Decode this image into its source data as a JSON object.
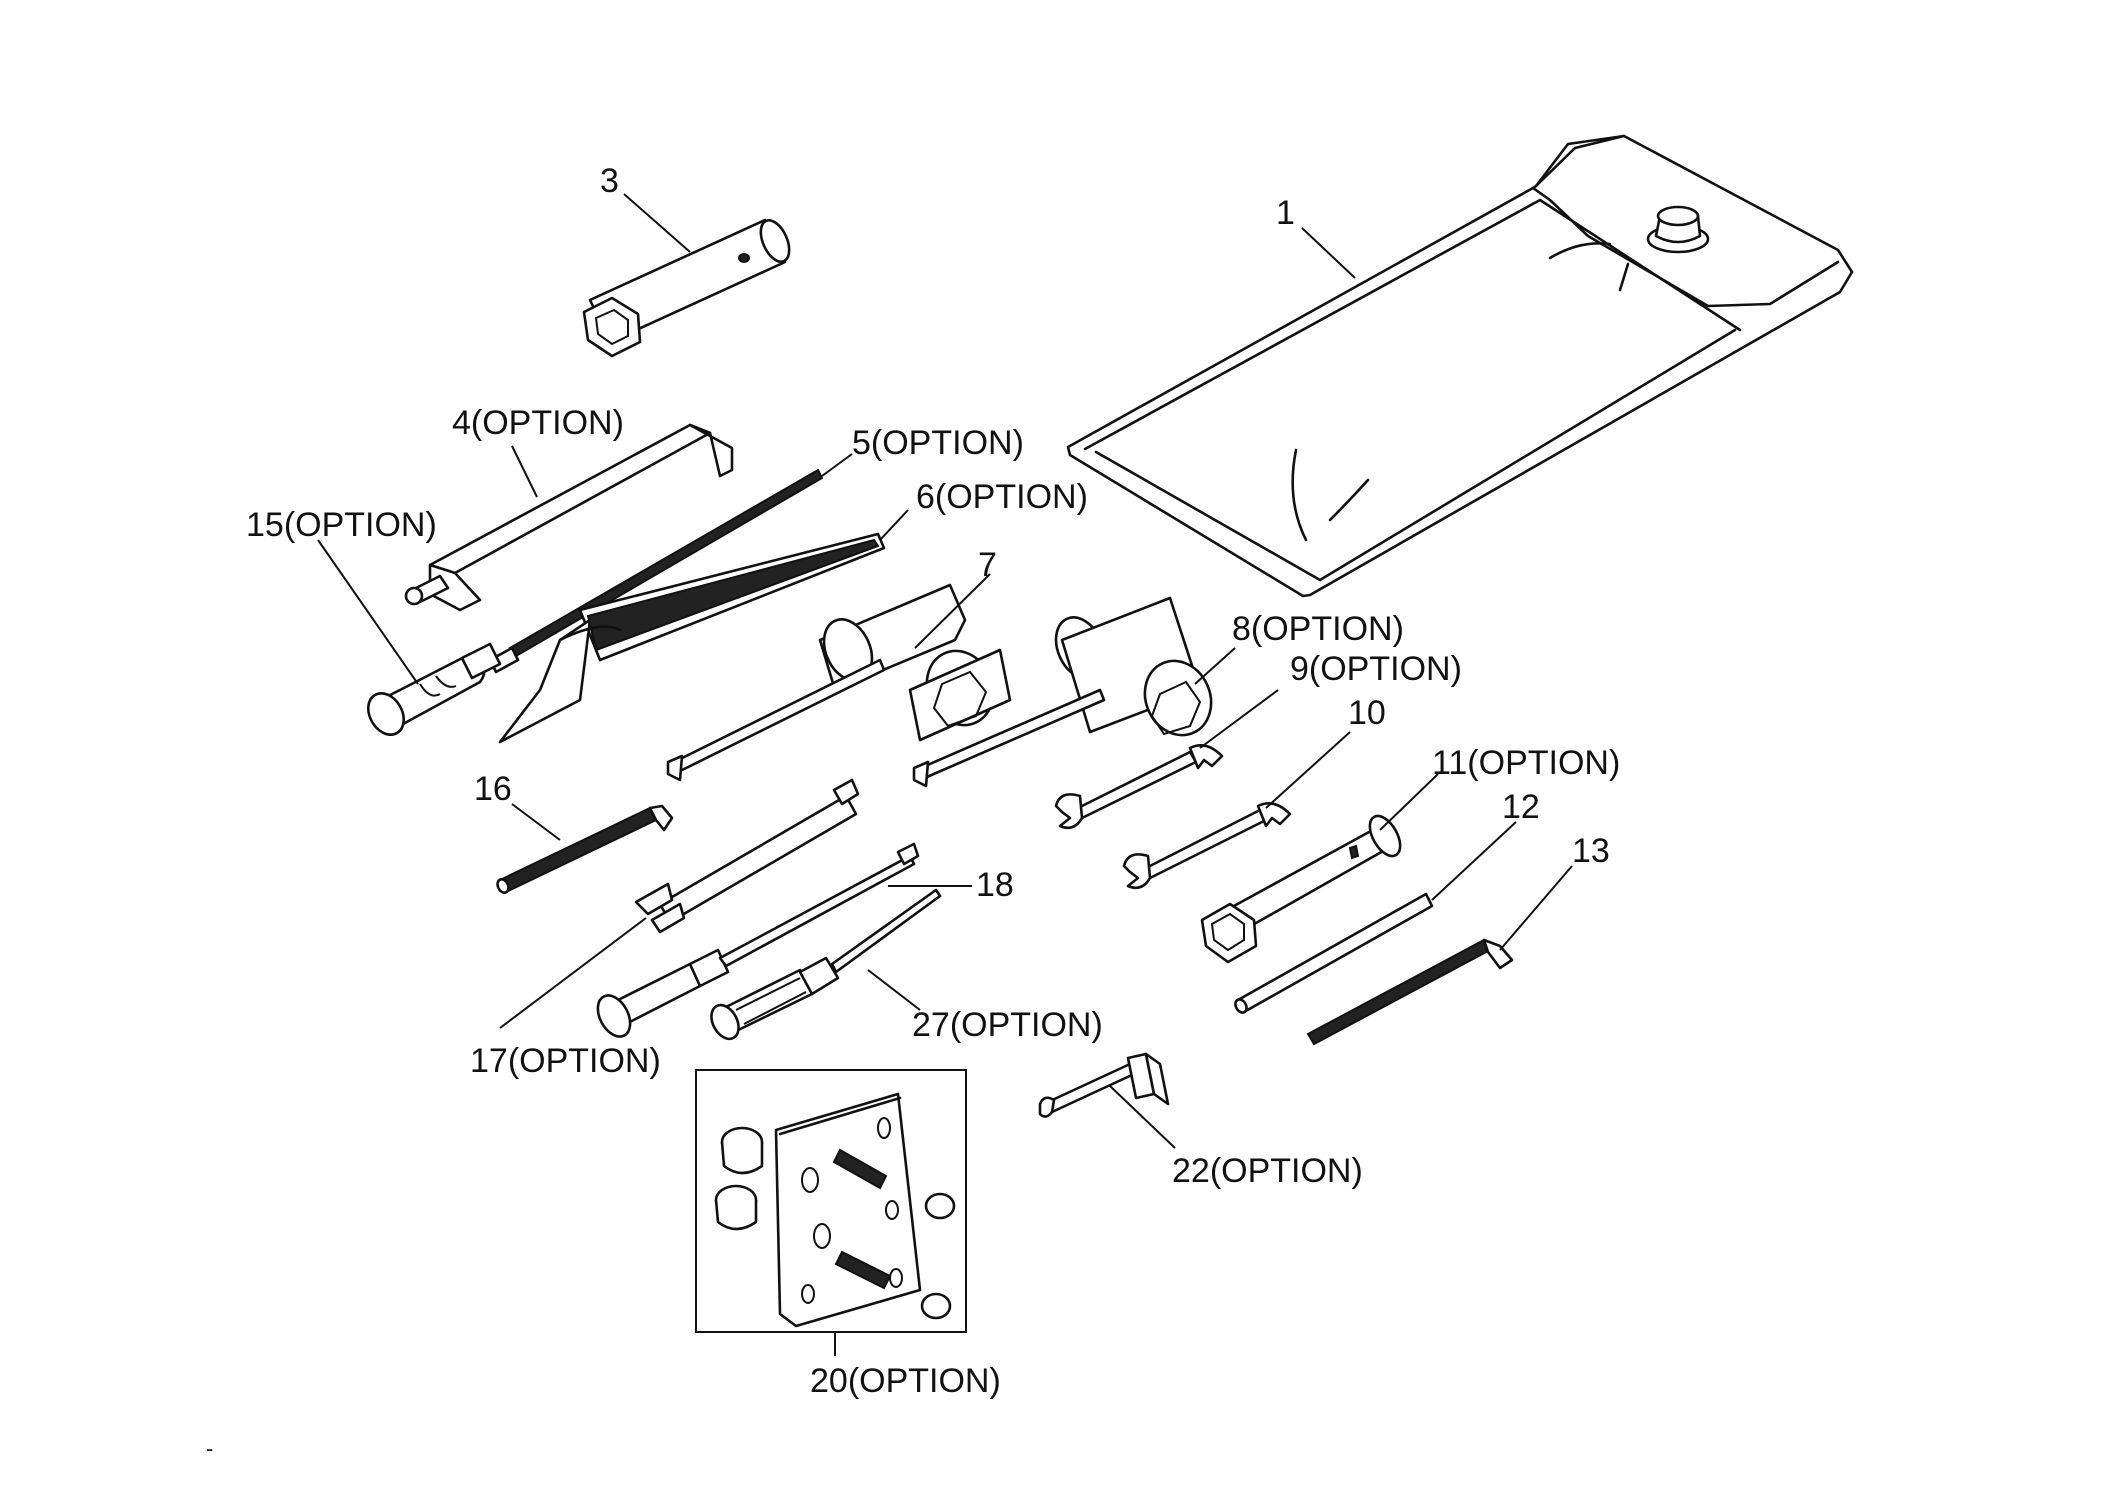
{
  "diagram": {
    "parts": [
      {
        "id": "p1",
        "label": "1"
      },
      {
        "id": "p3",
        "label": "3"
      },
      {
        "id": "p4",
        "label": "4(OPTION)"
      },
      {
        "id": "p5",
        "label": "5(OPTION)"
      },
      {
        "id": "p6",
        "label": "6(OPTION)"
      },
      {
        "id": "p7",
        "label": "7"
      },
      {
        "id": "p8",
        "label": "8(OPTION)"
      },
      {
        "id": "p9",
        "label": "9(OPTION)"
      },
      {
        "id": "p10",
        "label": "10"
      },
      {
        "id": "p11",
        "label": "11(OPTION)"
      },
      {
        "id": "p12",
        "label": "12"
      },
      {
        "id": "p13",
        "label": "13"
      },
      {
        "id": "p15",
        "label": "15(OPTION)"
      },
      {
        "id": "p16",
        "label": "16"
      },
      {
        "id": "p17",
        "label": "17(OPTION)"
      },
      {
        "id": "p18",
        "label": "18"
      },
      {
        "id": "p20",
        "label": "20(OPTION)"
      },
      {
        "id": "p22",
        "label": "22(OPTION)"
      },
      {
        "id": "p27",
        "label": "27(OPTION)"
      }
    ],
    "footer_mark": "-"
  }
}
